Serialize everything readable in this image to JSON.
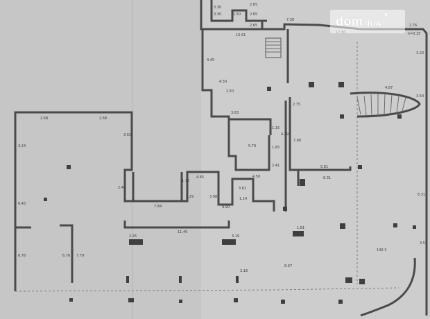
{
  "labels": {
    "upper_small": [
      "3.30",
      "3.30",
      "1.50",
      "2.65",
      "2.65",
      "2.65"
    ],
    "upper_room": [
      "10.61",
      "7.30",
      "4.45",
      "4.50",
      "2.50",
      "3.63",
      "1.15",
      "5.79",
      "1.65",
      "2.41",
      "4.50"
    ],
    "right_top": [
      "17.86",
      "2.76",
      "3.23",
      "4.87",
      "3.54"
    ],
    "right_side": [
      "2.75",
      "4.29",
      "7.80",
      "5.81",
      "6.31",
      "6.31",
      "3.52",
      "1.81"
    ],
    "left_top": [
      "2.68",
      "2.68",
      "3.61",
      "3.24"
    ],
    "left_side": [
      "6.43",
      "6.76",
      "7.79",
      "6.76",
      "2.46"
    ],
    "center": [
      "4.65",
      "1.72",
      "2.29",
      "3.98",
      "3.62",
      "1.14",
      "7.84",
      "9.90",
      "11.49",
      "2.25",
      "3.19",
      "3.18",
      "8.07"
    ],
    "right_extra": [
      "h=0.25",
      "140.3"
    ]
  },
  "watermark": {
    "brand": "dom",
    "suffix": "RIA",
    "star": "★"
  }
}
